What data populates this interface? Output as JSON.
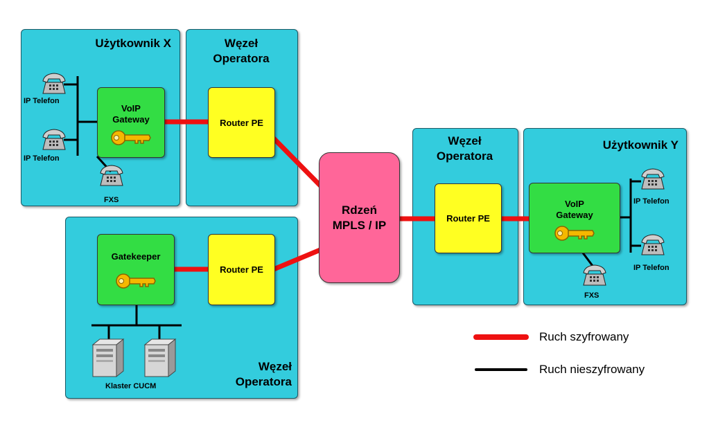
{
  "zones": {
    "user_x": "Użytkownik X",
    "node_top": "Węzeł\nOperatora",
    "node_bottom": "Węzeł\nOperatora",
    "node_right": "Węzeł\nOperatora",
    "user_y": "Użytkownik Y"
  },
  "devices": {
    "voip_gateway_x": "VoIP\nGateway",
    "router_pe_top": "Router PE",
    "router_pe_bottom": "Router PE",
    "gatekeeper": "Gatekeeper",
    "core": "Rdzeń\nMPLS / IP",
    "router_pe_right": "Router PE",
    "voip_gateway_y": "VoIP\nGateway"
  },
  "labels": {
    "phone_x1": "IP Telefon",
    "phone_x2": "IP Telefon",
    "fxs_x": "FXS",
    "phone_y1": "IP Telefon",
    "phone_y2": "IP Telefon",
    "fxs_y": "FXS",
    "cluster": "Klaster CUCM"
  },
  "legend": {
    "encrypted": "Ruch szyfrowany",
    "unencrypted": "Ruch nieszyfrowany"
  },
  "colors": {
    "zone": "#33ccdd",
    "device_green": "#33dd44",
    "device_yellow": "#ffff22",
    "core_pink": "#ff6699",
    "encrypted_line": "#ee1111",
    "unencrypted_line": "#000000"
  }
}
